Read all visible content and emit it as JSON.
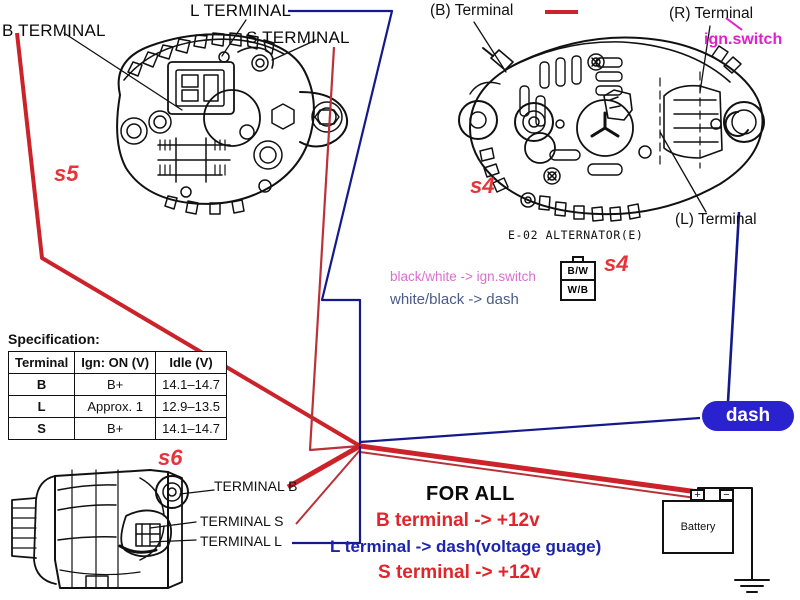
{
  "diagram": {
    "title": "Alternator terminal wiring diagram",
    "colors": {
      "wire_b_red": "#cc2229",
      "wire_s_red": "#b9323a",
      "wire_l_blue": "#141a8c",
      "dash_badge": "#2a22cf",
      "ign_switch_magenta": "#e01fcf",
      "label_black": "#0b0b0b",
      "id_red": "#e8333a"
    }
  },
  "alternator_s5": {
    "id_label": "s5",
    "labels": {
      "b_terminal": "B TERMINAL",
      "l_terminal": "L TERMINAL",
      "s_terminal": "S TERMINAL"
    }
  },
  "alternator_s4": {
    "id_label": "s4",
    "caption": "E-02 ALTERNATOR(E)",
    "labels": {
      "b_terminal": "(B) Terminal",
      "r_terminal": "(R) Terminal",
      "l_terminal": "(L) Terminal",
      "ign_switch": "ign.switch"
    }
  },
  "alternator_s6": {
    "id_label": "s6",
    "labels": {
      "terminal_b": "TERMINAL B",
      "terminal_s": "TERMINAL S",
      "terminal_l": "TERMINAL L"
    }
  },
  "connector_legend": {
    "id_label": "s4",
    "line_black_white": "black/white -> ign.switch",
    "line_white_black": "white/black -> dash",
    "pin_top": "B/W",
    "pin_bottom": "W/B"
  },
  "specification": {
    "caption": "Specification:",
    "columns": [
      "Terminal",
      "Ign: ON (V)",
      "Idle (V)"
    ],
    "rows": [
      [
        "B",
        "B+",
        "14.1–14.7"
      ],
      [
        "L",
        "Approx. 1",
        "12.9–13.5"
      ],
      [
        "S",
        "B+",
        "14.1–14.7"
      ]
    ]
  },
  "nodes": {
    "dash_label": "dash",
    "battery_label": "Battery",
    "battery_positive": "+",
    "battery_negative": "−"
  },
  "summary": {
    "heading": "FOR ALL",
    "line_b": "B terminal -> +12v",
    "line_l": "L terminal -> dash(voltage guage)",
    "line_s": "S terminal -> +12v"
  }
}
